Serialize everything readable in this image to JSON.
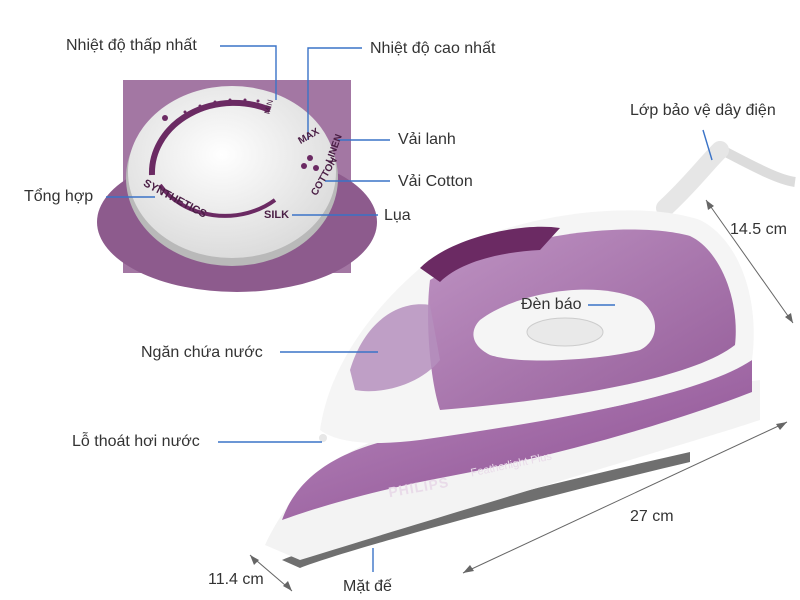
{
  "callouts": {
    "min_temp": "Nhiệt độ thấp nhất",
    "max_temp": "Nhiệt độ cao nhất",
    "linen": "Vải lanh",
    "cotton": "Vải Cotton",
    "synthetic": "Tổng hợp",
    "silk": "Lụa",
    "cord_guard": "Lớp bảo vệ dây điện",
    "indicator": "Đèn báo",
    "water_tank": "Ngăn chứa nước",
    "steam_vent": "Lỗ thoát hơi nước",
    "soleplate": "Mặt đế"
  },
  "dimensions": {
    "height": "14.5 cm",
    "length": "27 cm",
    "width": "11.4 cm"
  },
  "dial_text": {
    "synthetics": "SYNTHETICS",
    "silk": "SILK",
    "cotton": "COTTON",
    "linen": "LINEN",
    "max": "MAX",
    "min": "MIN"
  },
  "iron_text": {
    "brand": "PHILIPS",
    "model": "Featherlight Plus"
  },
  "colors": {
    "iron_purple": "#9b5f9e",
    "iron_dark": "#6b2a63",
    "callout_line": "#3a73c7"
  }
}
